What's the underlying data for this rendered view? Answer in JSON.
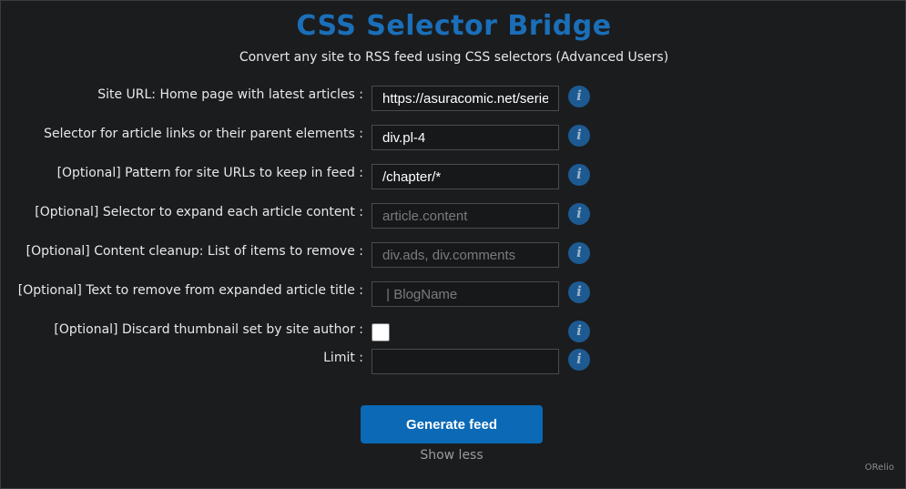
{
  "header": {
    "title": "CSS Selector Bridge",
    "subtitle": "Convert any site to RSS feed using CSS selectors (Advanced Users)"
  },
  "form": {
    "fields": [
      {
        "label": "Site URL: Home page with latest articles :",
        "value": "https://asuracomic.net/series/",
        "placeholder": ""
      },
      {
        "label": "Selector for article links or their parent elements :",
        "value": "div.pl-4",
        "placeholder": ""
      },
      {
        "label": "[Optional] Pattern for site URLs to keep in feed :",
        "value": "/chapter/*",
        "placeholder": ""
      },
      {
        "label": "[Optional] Selector to expand each article content :",
        "value": "",
        "placeholder": "article.content"
      },
      {
        "label": "[Optional] Content cleanup: List of items to remove :",
        "value": "",
        "placeholder": "div.ads, div.comments"
      },
      {
        "label": "[Optional] Text to remove from expanded article title :",
        "value": "",
        "placeholder": " | BlogName"
      }
    ],
    "discard_thumbnail": {
      "label": "[Optional] Discard thumbnail set by site author :",
      "checked": false
    },
    "limit": {
      "label": "Limit :",
      "value": "",
      "placeholder": ""
    },
    "info_icon": "i"
  },
  "actions": {
    "generate": "Generate feed",
    "show_less": "Show less"
  },
  "footer": {
    "credit": "ORelio"
  },
  "colors": {
    "title": "#1a6fb8",
    "button": "#0b69b6",
    "info": "#1d5a92",
    "background": "#1b1c1e"
  }
}
